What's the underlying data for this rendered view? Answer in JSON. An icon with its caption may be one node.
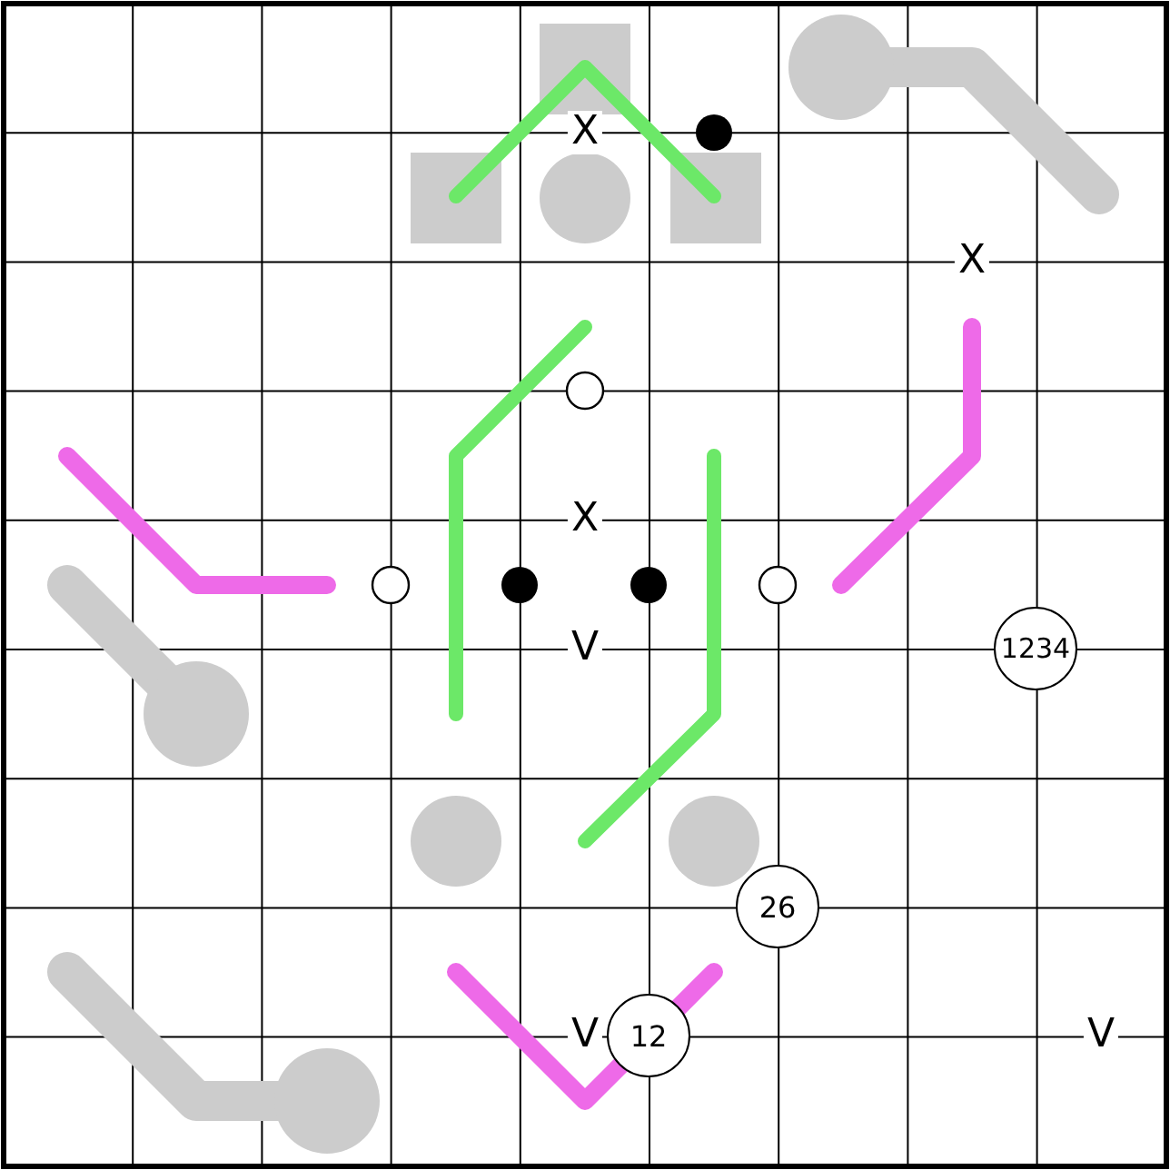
{
  "diagram": {
    "nodes": [
      {
        "text": [
          "1234"
        ]
      },
      {
        "text": [
          "26"
        ]
      },
      {
        "text": [
          "12"
        ]
      }
    ],
    "labels": [
      "X",
      "X",
      "X",
      "V",
      "V",
      "V"
    ]
  }
}
